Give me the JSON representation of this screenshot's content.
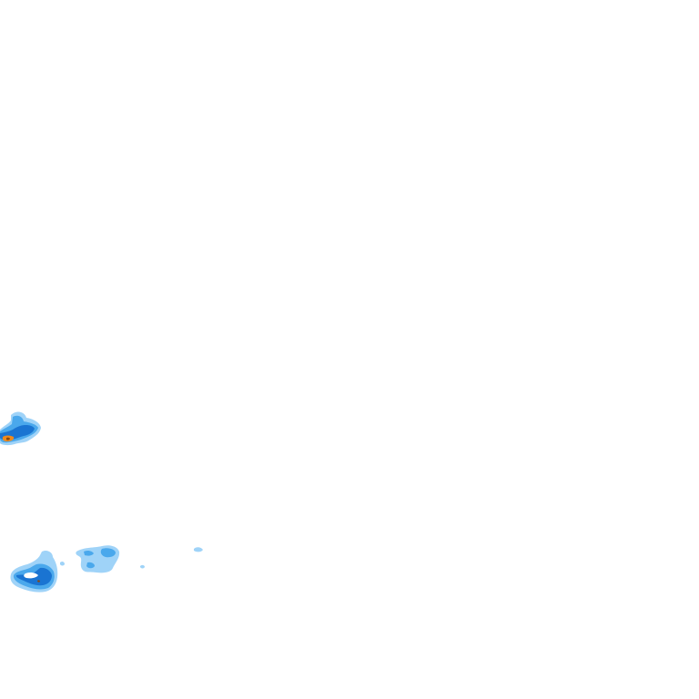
{
  "map": {
    "background": "#ffffff",
    "palette": {
      "light": "#9fd3f8",
      "medium": "#4aa8ec",
      "strong": "#1a74d2",
      "heavy": "#f08a1c",
      "core": "#8a4a10"
    },
    "echoes": [
      {
        "name": "echo-cell-west",
        "intensity": "mixed"
      },
      {
        "name": "echo-cell-southwest",
        "intensity": "mixed"
      },
      {
        "name": "echo-cell-south-central",
        "intensity": "light"
      },
      {
        "name": "echo-speck-east",
        "intensity": "light"
      },
      {
        "name": "echo-speck-small",
        "intensity": "light"
      }
    ]
  }
}
